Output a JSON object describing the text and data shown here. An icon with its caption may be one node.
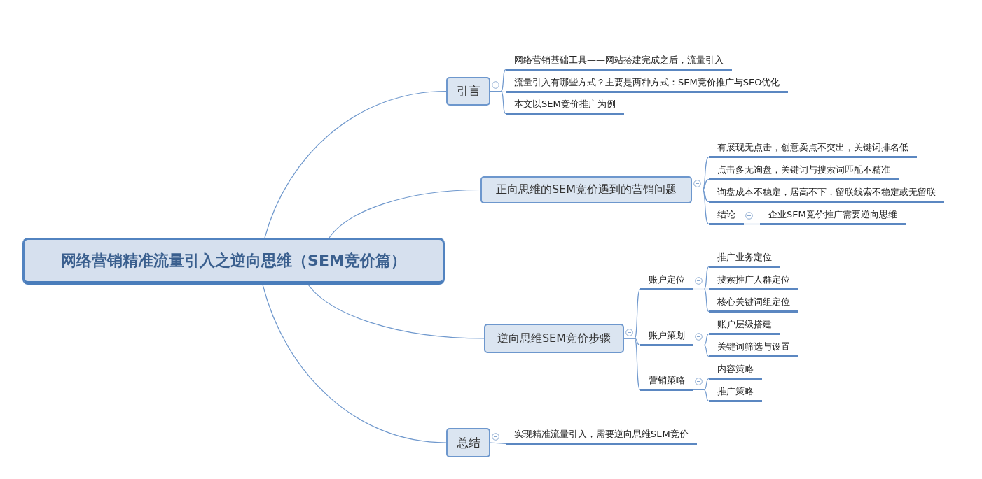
{
  "diagram": {
    "nodes": [
      {
        "text": [
          "网络营销精准流量引入之逆向思维（SEM竞价篇）"
        ]
      },
      {
        "text": [
          "引言"
        ]
      },
      {
        "text": [
          "网络营销基础工具——网站搭建完成之后，流量引入"
        ]
      },
      {
        "text": [
          "流量引入有哪些方式？主要是两种方式：SEM竞价推广与SEO优化"
        ]
      },
      {
        "text": [
          "本文以SEM竞价推广为例"
        ]
      },
      {
        "text": [
          "正向思维的SEM竞价遇到的营销问题"
        ]
      },
      {
        "text": [
          "有展现无点击，创意卖点不突出，关键词排名低"
        ]
      },
      {
        "text": [
          "点击多无询盘，关键词与搜索词匹配不精准"
        ]
      },
      {
        "text": [
          "询盘成本不稳定，居高不下，留联线索不稳定或无留联"
        ]
      },
      {
        "text": [
          "结论"
        ]
      },
      {
        "text": [
          "企业SEM竞价推广需要逆向思维"
        ]
      },
      {
        "text": [
          "逆向思维SEM竞价步骤"
        ]
      },
      {
        "text": [
          "账户定位"
        ]
      },
      {
        "text": [
          "推广业务定位"
        ]
      },
      {
        "text": [
          "搜索推广人群定位"
        ]
      },
      {
        "text": [
          "核心关键词组定位"
        ]
      },
      {
        "text": [
          "账户策划"
        ]
      },
      {
        "text": [
          "账户层级搭建"
        ]
      },
      {
        "text": [
          "关键词筛选与设置"
        ]
      },
      {
        "text": [
          "营销策略"
        ]
      },
      {
        "text": [
          "内容策略"
        ]
      },
      {
        "text": [
          "推广策略"
        ]
      },
      {
        "text": [
          "总结"
        ]
      },
      {
        "text": [
          "实现精准流量引入，需要逆向思维SEM竞价"
        ]
      }
    ],
    "edges": [
      {
        "from": 0,
        "to": 1,
        "arrow": "none"
      },
      {
        "from": 0,
        "to": 5,
        "arrow": "none"
      },
      {
        "from": 0,
        "to": 11,
        "arrow": "none"
      },
      {
        "from": 0,
        "to": 22,
        "arrow": "none"
      },
      {
        "from": 1,
        "to": 2,
        "arrow": "none"
      },
      {
        "from": 1,
        "to": 3,
        "arrow": "none"
      },
      {
        "from": 1,
        "to": 4,
        "arrow": "none"
      },
      {
        "from": 5,
        "to": 6,
        "arrow": "none"
      },
      {
        "from": 5,
        "to": 7,
        "arrow": "none"
      },
      {
        "from": 5,
        "to": 8,
        "arrow": "none"
      },
      {
        "from": 5,
        "to": 9,
        "arrow": "none"
      },
      {
        "from": 9,
        "to": 10,
        "arrow": "none"
      },
      {
        "from": 11,
        "to": 12,
        "arrow": "none"
      },
      {
        "from": 11,
        "to": 16,
        "arrow": "none"
      },
      {
        "from": 11,
        "to": 19,
        "arrow": "none"
      },
      {
        "from": 12,
        "to": 13,
        "arrow": "none"
      },
      {
        "from": 12,
        "to": 14,
        "arrow": "none"
      },
      {
        "from": 12,
        "to": 15,
        "arrow": "none"
      },
      {
        "from": 16,
        "to": 17,
        "arrow": "none"
      },
      {
        "from": 16,
        "to": 18,
        "arrow": "none"
      },
      {
        "from": 19,
        "to": 20,
        "arrow": "none"
      },
      {
        "from": 19,
        "to": 21,
        "arrow": "none"
      },
      {
        "from": 22,
        "to": 23,
        "arrow": "none"
      }
    ]
  }
}
